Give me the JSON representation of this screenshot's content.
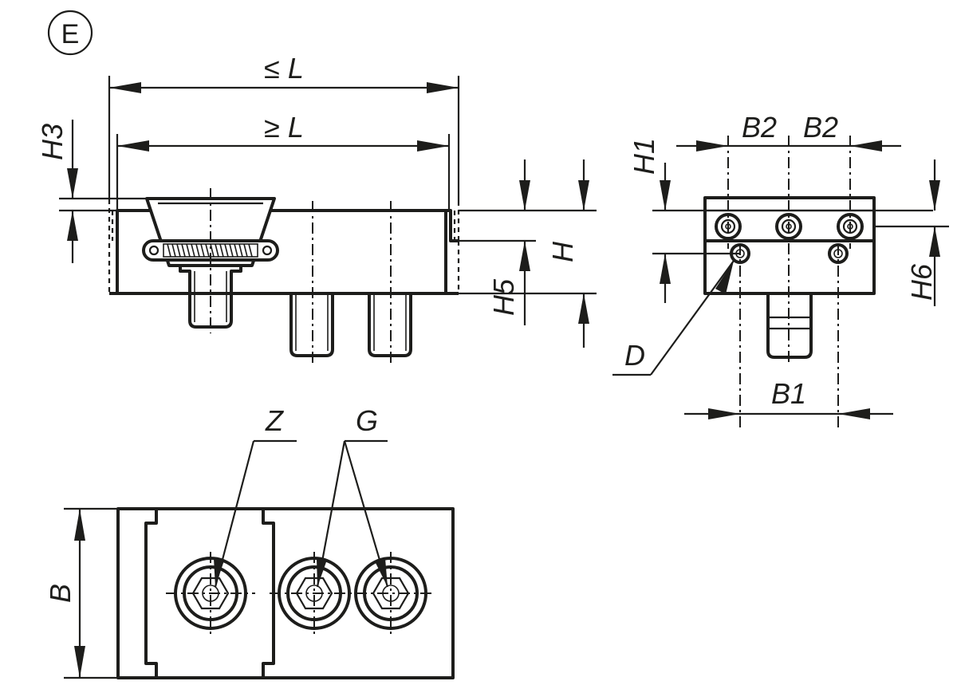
{
  "view_marker": "E",
  "labels": {
    "le_L": "≤ L",
    "ge_L": "≥ L",
    "H3": "H3",
    "H5": "H5",
    "H": "H",
    "H1": "H1",
    "B2_left": "B2",
    "B2_right": "B2",
    "H6": "H6",
    "D": "D",
    "B1": "B1",
    "Z": "Z",
    "G": "G",
    "B": "B"
  },
  "colors": {
    "line": "#1d1d1b",
    "background": "#ffffff"
  }
}
